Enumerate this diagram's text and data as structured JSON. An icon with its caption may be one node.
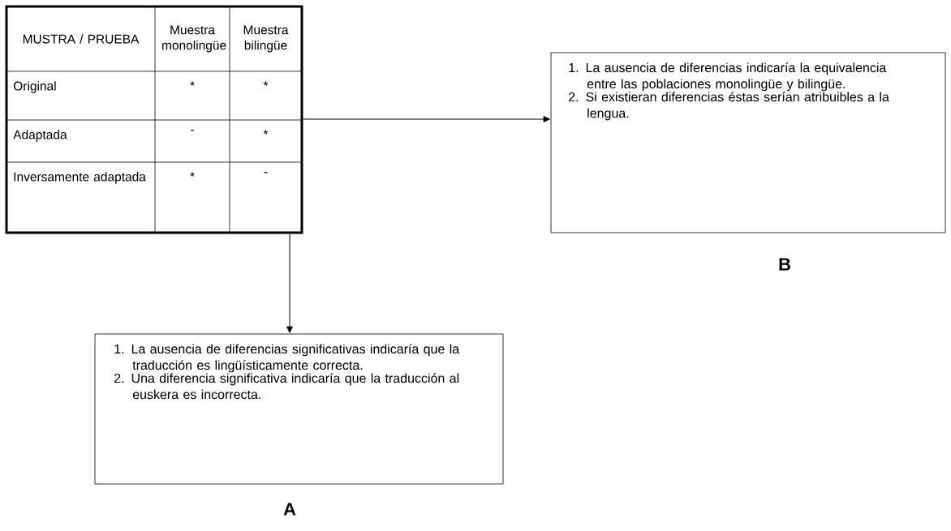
{
  "diagram": {
    "nodes": [
      {
        "text": [
          "MUSTRA / PRUEBA",
          "Muestra monolingüe",
          "Muestra bilingüe",
          "Original",
          "*",
          "*",
          "Adaptada",
          "-",
          "*",
          "Inversamente adaptada",
          "*",
          "-"
        ]
      },
      {
        "text": [
          "1. La ausencia de diferencias indicaría la equivalencia entre las poblaciones monolingüe y bilingüe.",
          "2. Si existieran diferencias éstas serían atribuibles a la lengua."
        ],
        "beside": [
          "B"
        ]
      },
      {
        "text": [
          "1. La ausencia de diferencias significativas indicaría que la traducción es lingüísticamente correcta.",
          "2. Una diferencia significativa indicaría que la traducción al euskera es incorrecta."
        ],
        "beside": [
          "A"
        ]
      }
    ],
    "edges": [
      {
        "from": 0,
        "to": 1,
        "arrow": "to"
      },
      {
        "from": 0,
        "to": 2,
        "arrow": "to"
      }
    ]
  }
}
